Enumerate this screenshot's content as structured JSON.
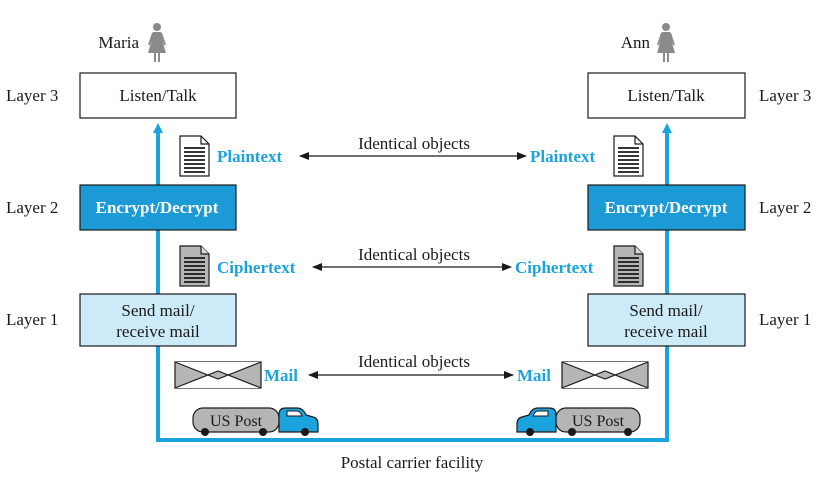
{
  "colors": {
    "accent": "#1aa3dc",
    "light_box": "#cdeaf8",
    "dark_box": "#1b9ad6",
    "gray": "#b5b5b5"
  },
  "users": {
    "left": "Maria",
    "right": "Ann"
  },
  "layers": {
    "layer3": "Layer 3",
    "layer2": "Layer 2",
    "layer1": "Layer 1"
  },
  "boxes": {
    "layer3": "Listen/Talk",
    "layer2": "Encrypt/Decrypt",
    "layer1_line1": "Send mail/",
    "layer1_line2": "receive mail"
  },
  "objects": {
    "plaintext": "Plaintext",
    "ciphertext": "Ciphertext",
    "mail": "Mail",
    "identical": "Identical objects"
  },
  "vehicle_label": "US Post",
  "facility_label": "Postal carrier facility",
  "icons": [
    "person-icon",
    "document-icon",
    "envelope-icon",
    "truck-icon"
  ]
}
